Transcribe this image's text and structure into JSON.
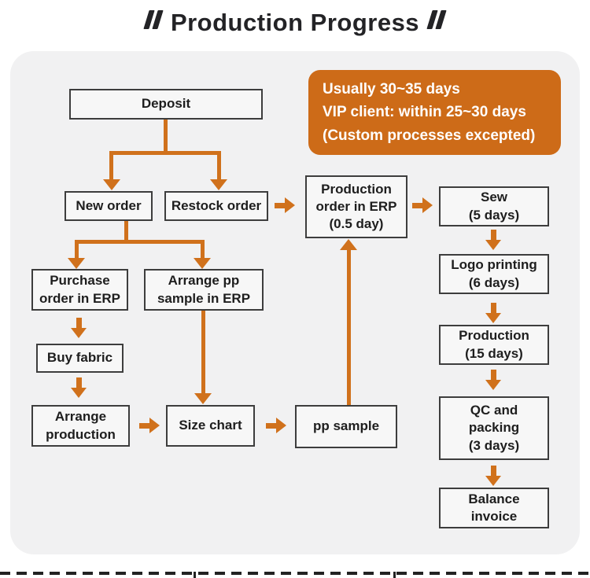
{
  "title": {
    "text": "Production Progress"
  },
  "info_box": {
    "lines": [
      "Usually 30~35 days",
      "VIP client: within 25~30 days",
      "(Custom processes excepted)"
    ]
  },
  "nodes": {
    "deposit": {
      "label": "Deposit"
    },
    "new_order": {
      "label": "New order"
    },
    "restock_order": {
      "label": "Restock order"
    },
    "production_order_erp": {
      "label": "Production\norder in ERP\n(0.5 day)"
    },
    "sew": {
      "label": "Sew\n(5 days)"
    },
    "logo_printing": {
      "label": "Logo printing\n(6 days)"
    },
    "production": {
      "label": "Production\n(15 days)"
    },
    "qc_packing": {
      "label": "QC and\npacking\n(3 days)"
    },
    "balance_invoice": {
      "label": "Balance\ninvoice"
    },
    "purchase_order_erp": {
      "label": "Purchase\norder in ERP"
    },
    "arrange_pp_sample": {
      "label": "Arrange pp\nsample in ERP"
    },
    "buy_fabric": {
      "label": "Buy fabric"
    },
    "arrange_production": {
      "label": "Arrange\nproduction"
    },
    "size_chart": {
      "label": "Size chart"
    },
    "pp_sample": {
      "label": "pp sample"
    }
  },
  "colors": {
    "arrow_orange": "#d0711c",
    "info_box_bg": "#cd6b18",
    "panel_bg": "#f1f1f2",
    "box_bg": "#f7f7f7",
    "box_border": "#3d3d3d",
    "title_ink": "#232326",
    "info_text": "#ffffff"
  }
}
